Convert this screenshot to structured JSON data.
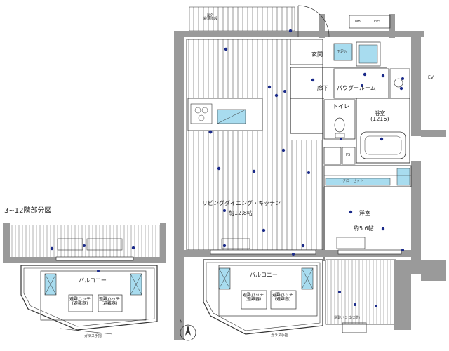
{
  "inset": {
    "title": "3~12階部分図",
    "balcony": "バルコニー",
    "equipment": "避難ハッチ",
    "equipment_sub": "(避難器)",
    "glass_rail": "ガラス手摺"
  },
  "main": {
    "outdoor_stair": [
      "屋外",
      "避難階段"
    ],
    "mb": "MB",
    "eps": "EPS",
    "ev": "EV",
    "genkan": "玄関",
    "shitaire": "下足入",
    "rouka": "廊下",
    "powder": "パウダールーム",
    "toilet": "トイレ",
    "bath": "浴室",
    "bath_size": "(1216)",
    "ps": "PS",
    "closet": "クローゼット",
    "ldk": "リビングダイニング・キッチン",
    "ldk_size": "約12.8帖",
    "yoshitsu": "洋室",
    "yoshitsu_size": "約5.6帖",
    "balcony": "バルコニー",
    "equipment": "避難ハッチ",
    "equipment_sub": "(避難器)",
    "glass_rail": "ガラス手摺",
    "ladder": "避難ハシゴ(2階)",
    "north": "N"
  },
  "colors": {
    "wall": "#9a9a9a",
    "line": "#333333",
    "fixture": "#a8dcef",
    "dot": "#1a2a8a"
  }
}
